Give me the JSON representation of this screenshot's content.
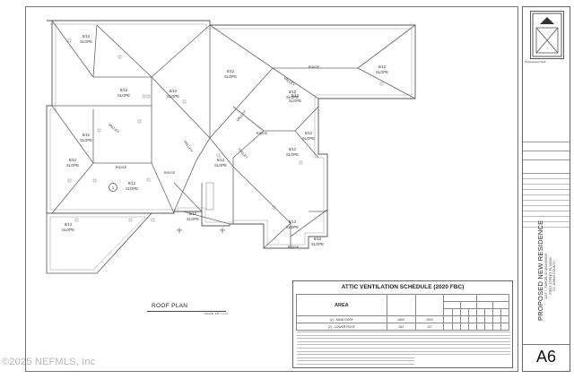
{
  "plan": {
    "sheet_label": "ROOF PLAN",
    "scale_note": "SCALE: 1/8\" = 1'-0\"",
    "slope_pitch": "5/12",
    "slope_word": "SLOPE",
    "ridge_word": "RIDGE",
    "valley_word": "VALLEY",
    "callout_number": "1"
  },
  "schedule": {
    "title": "ATTIC VENTILATION SCHEDULE (2020 FBC)",
    "area_header": "AREA",
    "rows": [
      {
        "name": "(1) - MAIN ROOF",
        "sqft": "1800",
        "req": "2000"
      },
      {
        "name": "(2) - LOWER ROOF",
        "sqft": "264",
        "req": "127"
      }
    ]
  },
  "title_block": {
    "seal_caption": "Professional Seal",
    "project_title": "PROPOSED NEW RESIDENCE",
    "lot_line": "LOT 7, PARCEL ID 0824450000",
    "address_line": "FIRST STREET, FL 00000",
    "county_line": "ST. JOHNS COUNTY",
    "sheet_number": "A6"
  },
  "watermark": "©2025 NEFMLS, Inc"
}
